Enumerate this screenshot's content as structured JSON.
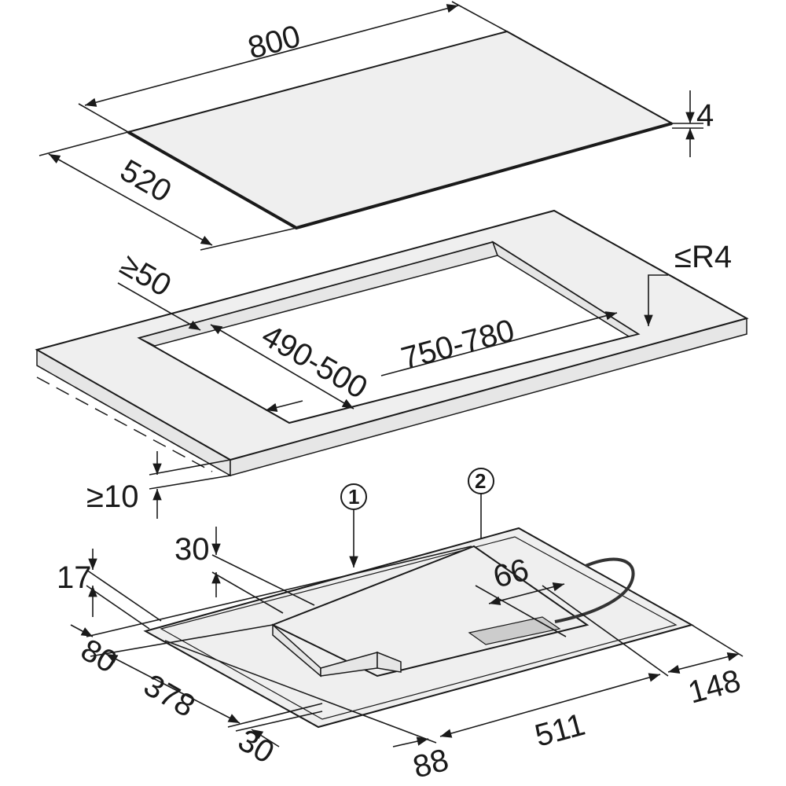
{
  "hob_top": {
    "width": "800",
    "depth": "520",
    "thickness": "4"
  },
  "cutout": {
    "min_edge": "≥50",
    "depth": "490-500",
    "width": "750-780",
    "radius": "≤R4",
    "worktop_min": "≥10"
  },
  "callouts": [
    "1",
    "2"
  ],
  "underside": {
    "d30_top": "30",
    "d17": "17",
    "d66": "66",
    "d80": "80",
    "d378": "378",
    "d30_bottom": "30",
    "d88": "88",
    "d511": "511",
    "d148": "148"
  }
}
